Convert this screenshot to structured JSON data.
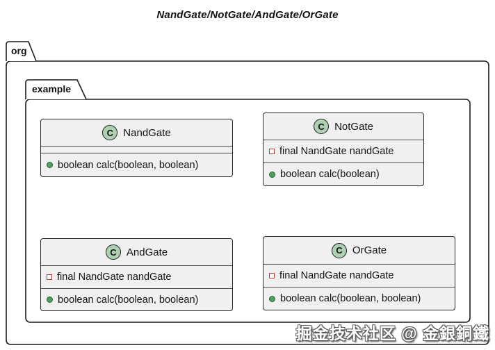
{
  "title": "NandGate/NotGate/AndGate/OrGate",
  "packages": {
    "outer_label": "org",
    "inner_label": "example"
  },
  "classes": [
    {
      "name": "NandGate",
      "icon": "C",
      "fields": [],
      "methods": [
        "boolean calc(boolean, boolean)"
      ]
    },
    {
      "name": "NotGate",
      "icon": "C",
      "fields": [
        "final NandGate nandGate"
      ],
      "methods": [
        "boolean calc(boolean)"
      ]
    },
    {
      "name": "AndGate",
      "icon": "C",
      "fields": [
        "final NandGate nandGate"
      ],
      "methods": [
        "boolean calc(boolean, boolean)"
      ]
    },
    {
      "name": "OrGate",
      "icon": "C",
      "fields": [
        "final NandGate nandGate"
      ],
      "methods": [
        "boolean calc(boolean, boolean)"
      ]
    }
  ],
  "watermark": "掘金技术社区 @ 金銀銅鐵",
  "colors": {
    "class_fill": "#f0f0f0",
    "class_border": "#2a2a2a",
    "class_icon_fill": "#add1b2",
    "method_bullet_fill": "#4ea15c",
    "field_bullet_border": "#c03a36",
    "package_border": "#1c1c1c"
  }
}
